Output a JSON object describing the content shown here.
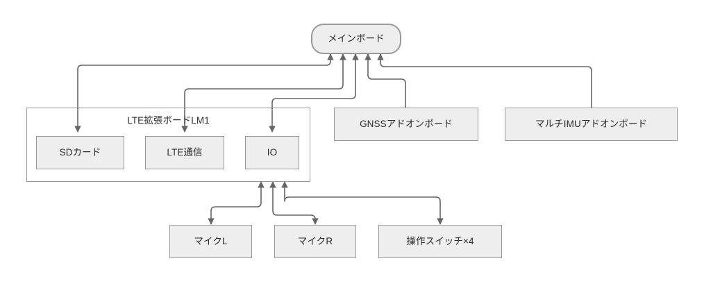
{
  "diagram": {
    "title_text": "",
    "colors": {
      "canvas_bg": "#ffffff",
      "node_fill": "#eeeeee",
      "node_stroke": "#999999",
      "edge_stroke": "#666666",
      "text": "#2b2b2b"
    },
    "nodes": {
      "main_board": {
        "label": "メインボード"
      },
      "lte_group": {
        "label": "LTE拡張ボードLM1"
      },
      "sd_card": {
        "label": "SDカード"
      },
      "lte_comm": {
        "label": "LTE通信"
      },
      "io": {
        "label": "IO"
      },
      "gnss_board": {
        "label": "GNSSアドオンボード"
      },
      "multi_imu_board": {
        "label": "マルチIMUアドオンボード"
      },
      "mic_l": {
        "label": "マイクL"
      },
      "mic_r": {
        "label": "マイクR"
      },
      "switches": {
        "label": "操作スイッチ×4"
      }
    },
    "edges": [
      {
        "name": "main-board-to-sd-card",
        "from": "main_board",
        "to": "sd_card",
        "bidirectional": true
      },
      {
        "name": "main-board-to-lte-comm",
        "from": "main_board",
        "to": "lte_comm",
        "bidirectional": true
      },
      {
        "name": "main-board-to-io",
        "from": "main_board",
        "to": "io",
        "bidirectional": true
      },
      {
        "name": "main-board-to-gnss-board",
        "from": "main_board",
        "to": "gnss_board",
        "bidirectional": true
      },
      {
        "name": "main-board-to-multi-imu-board",
        "from": "main_board",
        "to": "multi_imu_board",
        "bidirectional": true
      },
      {
        "name": "io-to-mic-l",
        "from": "io",
        "to": "mic_l",
        "bidirectional": true
      },
      {
        "name": "io-to-mic-r",
        "from": "io",
        "to": "mic_r",
        "bidirectional": true
      },
      {
        "name": "io-to-switches",
        "from": "io",
        "to": "switches",
        "bidirectional": true
      }
    ]
  }
}
